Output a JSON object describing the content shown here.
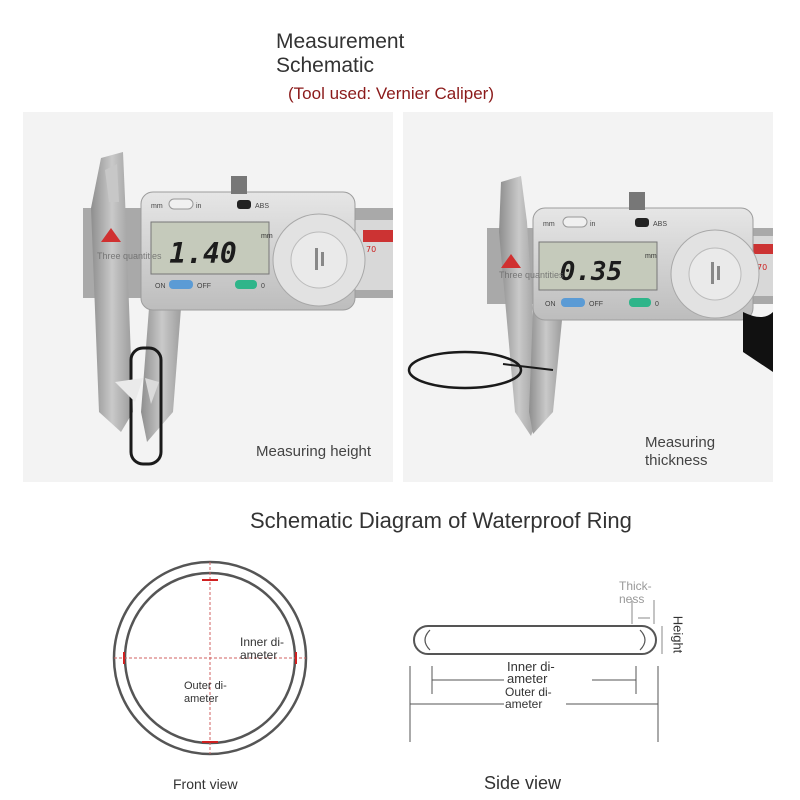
{
  "header": {
    "title_line1": "Measurement",
    "title_line2": "Schematic",
    "subtitle": "(Tool used: Vernier Caliper)"
  },
  "photos": [
    {
      "caption": "Measuring height",
      "display_value": "1.40",
      "unit": "mm",
      "mode_mm": "mm",
      "mode_in": "in",
      "abs_label": "ABS",
      "on_label": "ON",
      "off_label": "OFF",
      "zero_label": "0",
      "watermark": "Three quantities",
      "scale_number": "70"
    },
    {
      "caption_line1": "Measuring",
      "caption_line2": "thickness",
      "display_value": "0.35",
      "unit": "mm",
      "mode_mm": "mm",
      "mode_in": "in",
      "abs_label": "ABS",
      "on_label": "ON",
      "off_label": "OFF",
      "zero_label": "0",
      "watermark": "Three quantities",
      "scale_number": "70"
    }
  ],
  "diagram": {
    "title": "Schematic Diagram of Waterproof Ring",
    "front": {
      "inner_label_line1": "Inner di-",
      "inner_label_line2": "ameter",
      "outer_label_line1": "Outer di-",
      "outer_label_line2": "ameter",
      "view_label": "Front view"
    },
    "side": {
      "thickness_line1": "Thick-",
      "thickness_line2": "ness",
      "height_label": "Height",
      "inner_label_line1": "Inner di-",
      "inner_label_line2": "ameter",
      "outer_label_line1": "Outer di-",
      "outer_label_line2": "ameter",
      "view_label": "Side view"
    },
    "colors": {
      "ring": "#555555",
      "marker": "#d02020",
      "dash": "#d06060"
    }
  }
}
